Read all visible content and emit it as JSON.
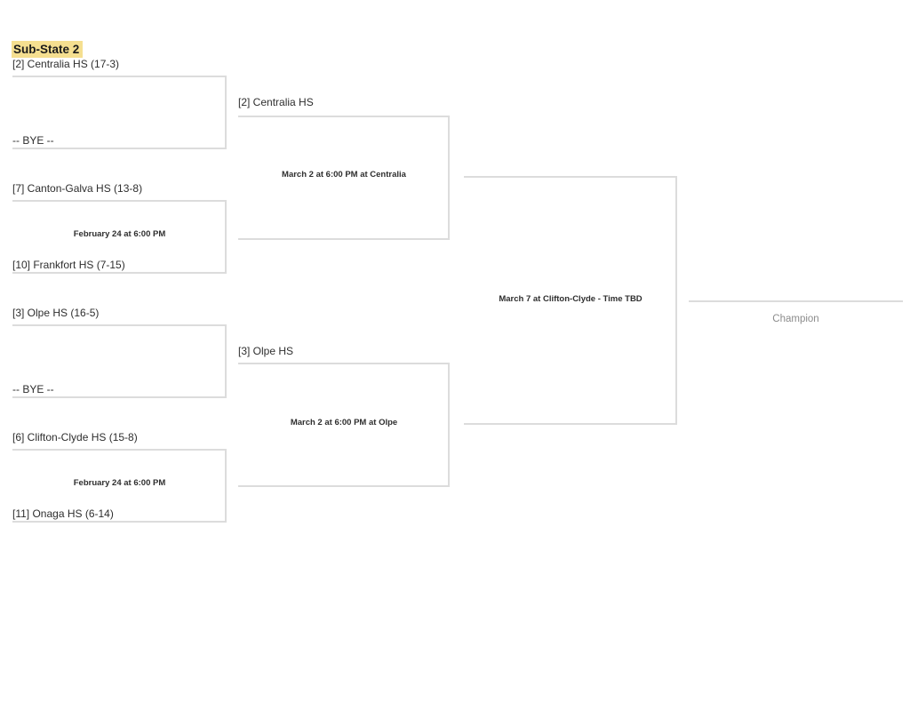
{
  "title": "Sub-State 2",
  "bracket": {
    "round1": [
      {
        "top_team": "[2] Centralia HS (17-3)",
        "bottom_team": "-- BYE --",
        "game_info": ""
      },
      {
        "top_team": "[7] Canton-Galva HS (13-8)",
        "bottom_team": "[10] Frankfort HS (7-15)",
        "game_info": "February 24 at 6:00 PM"
      },
      {
        "top_team": "[3] Olpe HS (16-5)",
        "bottom_team": "-- BYE --",
        "game_info": ""
      },
      {
        "top_team": "[6] Clifton-Clyde HS (15-8)",
        "bottom_team": "[11] Onaga HS (6-14)",
        "game_info": "February 24 at 6:00 PM"
      }
    ],
    "round2": [
      {
        "top_team": "[2] Centralia HS",
        "game_info": "March 2 at 6:00 PM at Centralia"
      },
      {
        "top_team": "[3] Olpe HS",
        "game_info": "March 2 at 6:00 PM at Olpe"
      }
    ],
    "final": {
      "game_info": "March 7 at Clifton-Clyde - Time TBD"
    },
    "champion_label": "Champion"
  },
  "colors": {
    "line": "#dcdcdc",
    "text": "#2e2e2e",
    "muted_text": "#8c8c8c",
    "title_highlight": "#f5df90",
    "background": "#ffffff"
  }
}
